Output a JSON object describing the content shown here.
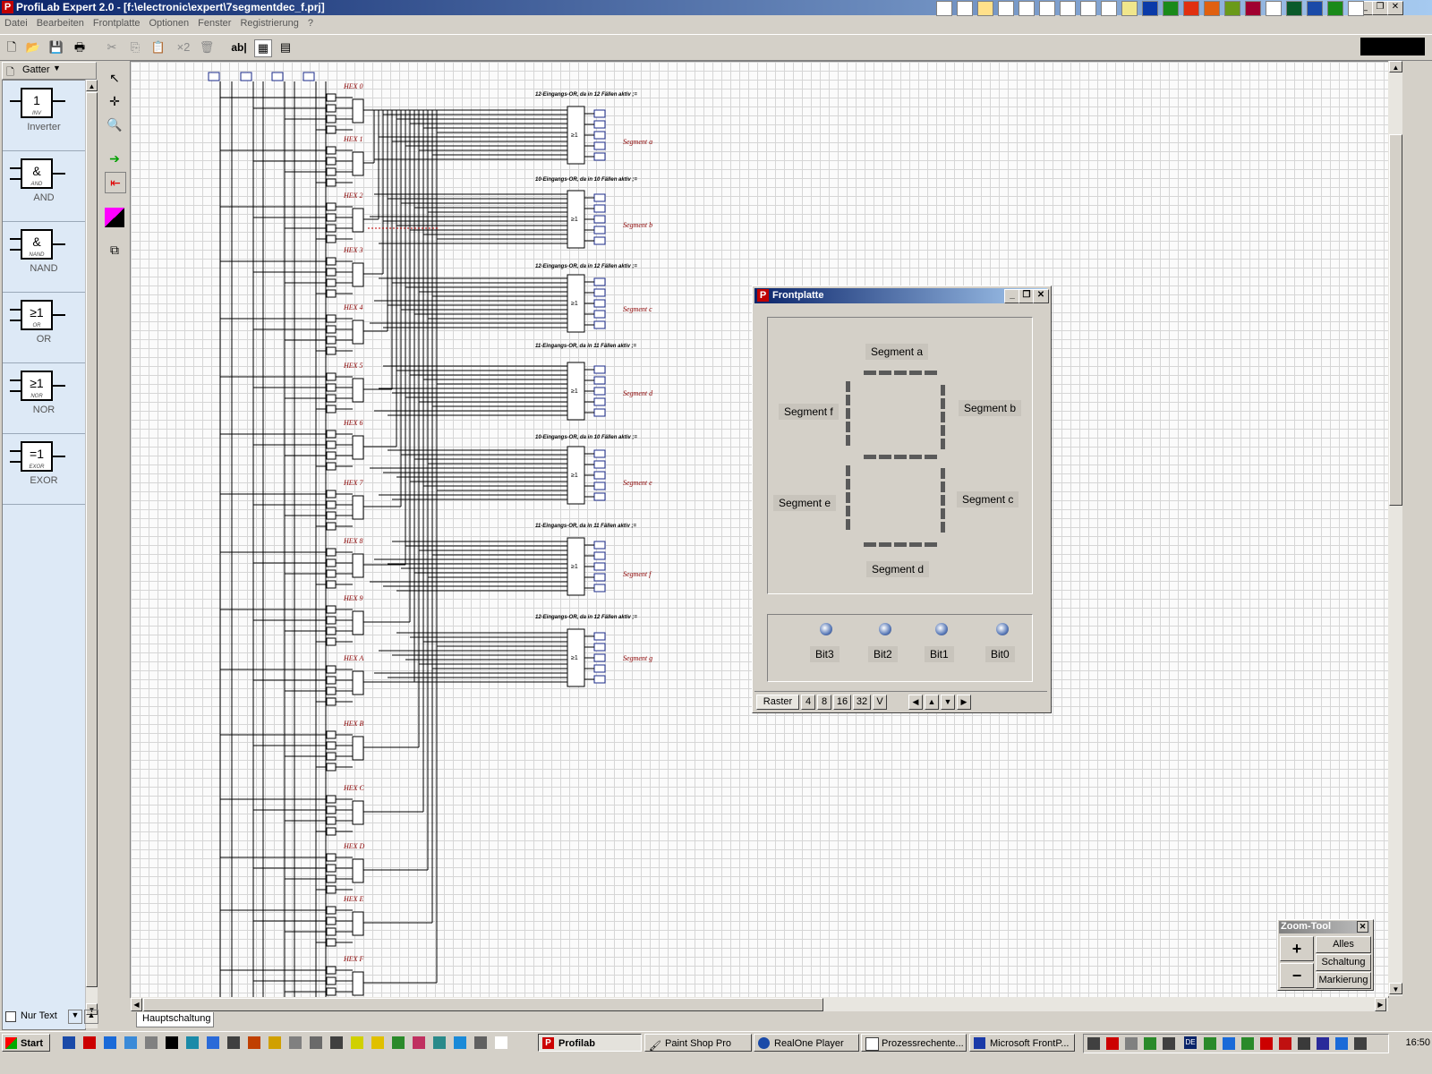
{
  "window": {
    "title": "ProfiLab Expert 2.0 - [f:\\electronic\\expert\\7segmentdec_f.prj]"
  },
  "menu": [
    "Datei",
    "Bearbeiten",
    "Frontplatte",
    "Optionen",
    "Fenster",
    "Registrierung",
    "?"
  ],
  "toolbar": {
    "times2_label": "×2",
    "text_tool_label": "ab|"
  },
  "palette": {
    "category": "Gatter",
    "gates": [
      {
        "symbol": "1",
        "sub": "INV",
        "label": "Inverter"
      },
      {
        "symbol": "&",
        "sub": "AND",
        "label": "AND"
      },
      {
        "symbol": "&",
        "sub": "NAND",
        "label": "NAND"
      },
      {
        "symbol": "≥1",
        "sub": "OR",
        "label": "OR"
      },
      {
        "symbol": "≥1",
        "sub": "NOR",
        "label": "NOR"
      },
      {
        "symbol": "=1",
        "sub": "EXOR",
        "label": "EXOR"
      }
    ],
    "nur_text": "Nur Text"
  },
  "schematic": {
    "hex_labels": [
      "HEX 0",
      "HEX 1",
      "HEX 2",
      "HEX 3",
      "HEX 4",
      "HEX 5",
      "HEX 6",
      "HEX 7",
      "HEX 8",
      "HEX 9",
      "HEX A",
      "HEX B",
      "HEX C",
      "HEX D",
      "HEX E",
      "HEX F"
    ],
    "segment_groups": [
      {
        "caption": "12-Eingangs-OR, da in 12 Fällen aktiv ;=",
        "name": "Segment a"
      },
      {
        "caption": "10-Eingangs-OR, da in 10 Fällen aktiv ;=",
        "name": "Segment b"
      },
      {
        "caption": "12-Eingangs-OR, da in 12 Fällen aktiv ;=",
        "name": "Segment c"
      },
      {
        "caption": "11-Eingangs-OR, da in 11 Fällen aktiv ;=",
        "name": "Segment d"
      },
      {
        "caption": "10-Eingangs-OR, da in 10 Fällen aktiv ;=",
        "name": "Segment e"
      },
      {
        "caption": "11-Eingangs-OR, da in 11 Fällen aktiv ;=",
        "name": "Segment f"
      },
      {
        "caption": "12-Eingangs-OR, da in 12 Fällen aktiv ;=",
        "name": "Segment g"
      }
    ],
    "or_symbol": "≥1"
  },
  "sheet_tab": "Hauptschaltung",
  "frontplatte": {
    "title": "Frontplatte",
    "segments": {
      "a": "Segment a",
      "b": "Segment b",
      "c": "Segment c",
      "d": "Segment d",
      "e": "Segment e",
      "f": "Segment f"
    },
    "bits": [
      "Bit3",
      "Bit2",
      "Bit1",
      "Bit0"
    ],
    "raster_label": "Raster",
    "raster_options": [
      "4",
      "8",
      "16",
      "32",
      "V"
    ]
  },
  "zoom_tool": {
    "title": "Zoom-Tool",
    "plus": "+",
    "minus": "−",
    "buttons": [
      "Alles",
      "Schaltung",
      "Markierung"
    ]
  },
  "taskbar": {
    "start": "Start",
    "tasks": [
      "Profilab",
      "Paint Shop Pro",
      "RealOne Player",
      "Prozessrechente...",
      "Microsoft FrontP..."
    ],
    "clock": "16:50",
    "lang": "DE"
  }
}
